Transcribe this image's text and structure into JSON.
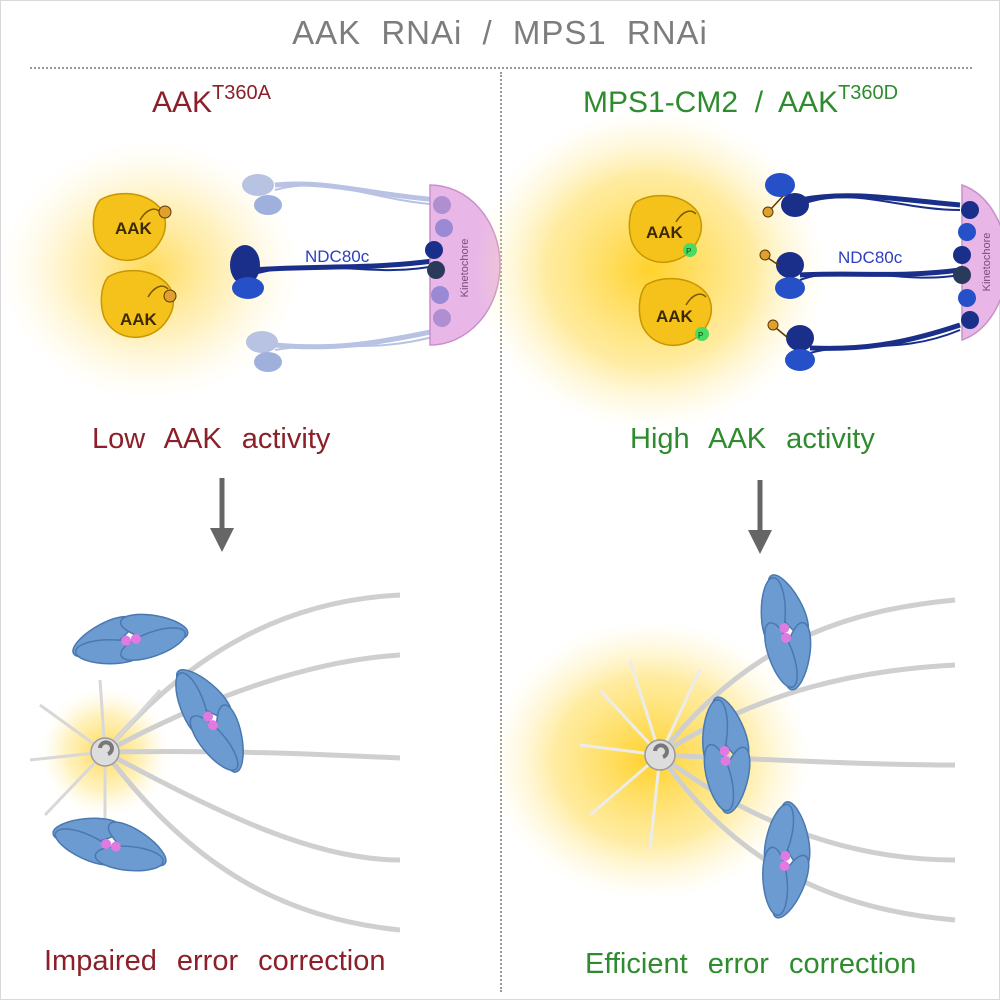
{
  "header": {
    "title": "AAK  RNAi  /  MPS1  RNAi"
  },
  "left": {
    "title_main": "AAK",
    "title_sup": "T360A",
    "protein_label": "AAK",
    "complex_label": "NDC80c",
    "kinetochore_label": "Kinetochore",
    "activity": "Low  AAK  activity",
    "outcome": "Impaired  error  correction"
  },
  "right": {
    "title_main": "MPS1-CM2  /  AAK",
    "title_sup": "T360D",
    "protein_label": "AAK",
    "complex_label": "NDC80c",
    "kinetochore_label": "Kinetochore",
    "phospho_label": "P",
    "activity": "High  AAK  activity",
    "outcome": "Efficient  error  correction"
  },
  "colors": {
    "red_text": "#8b1f2a",
    "green_text": "#2e8b2e",
    "kinase_yellow": "#f5c21b",
    "ndc80_dark": "#1a2f8a",
    "ndc80_light": "#9fb0dc",
    "kinetochore": "#e8b7e8",
    "chromosome": "#6b9bd1",
    "kinetochore_dot": "#e07ae0",
    "phospho_green": "#4cd964"
  }
}
